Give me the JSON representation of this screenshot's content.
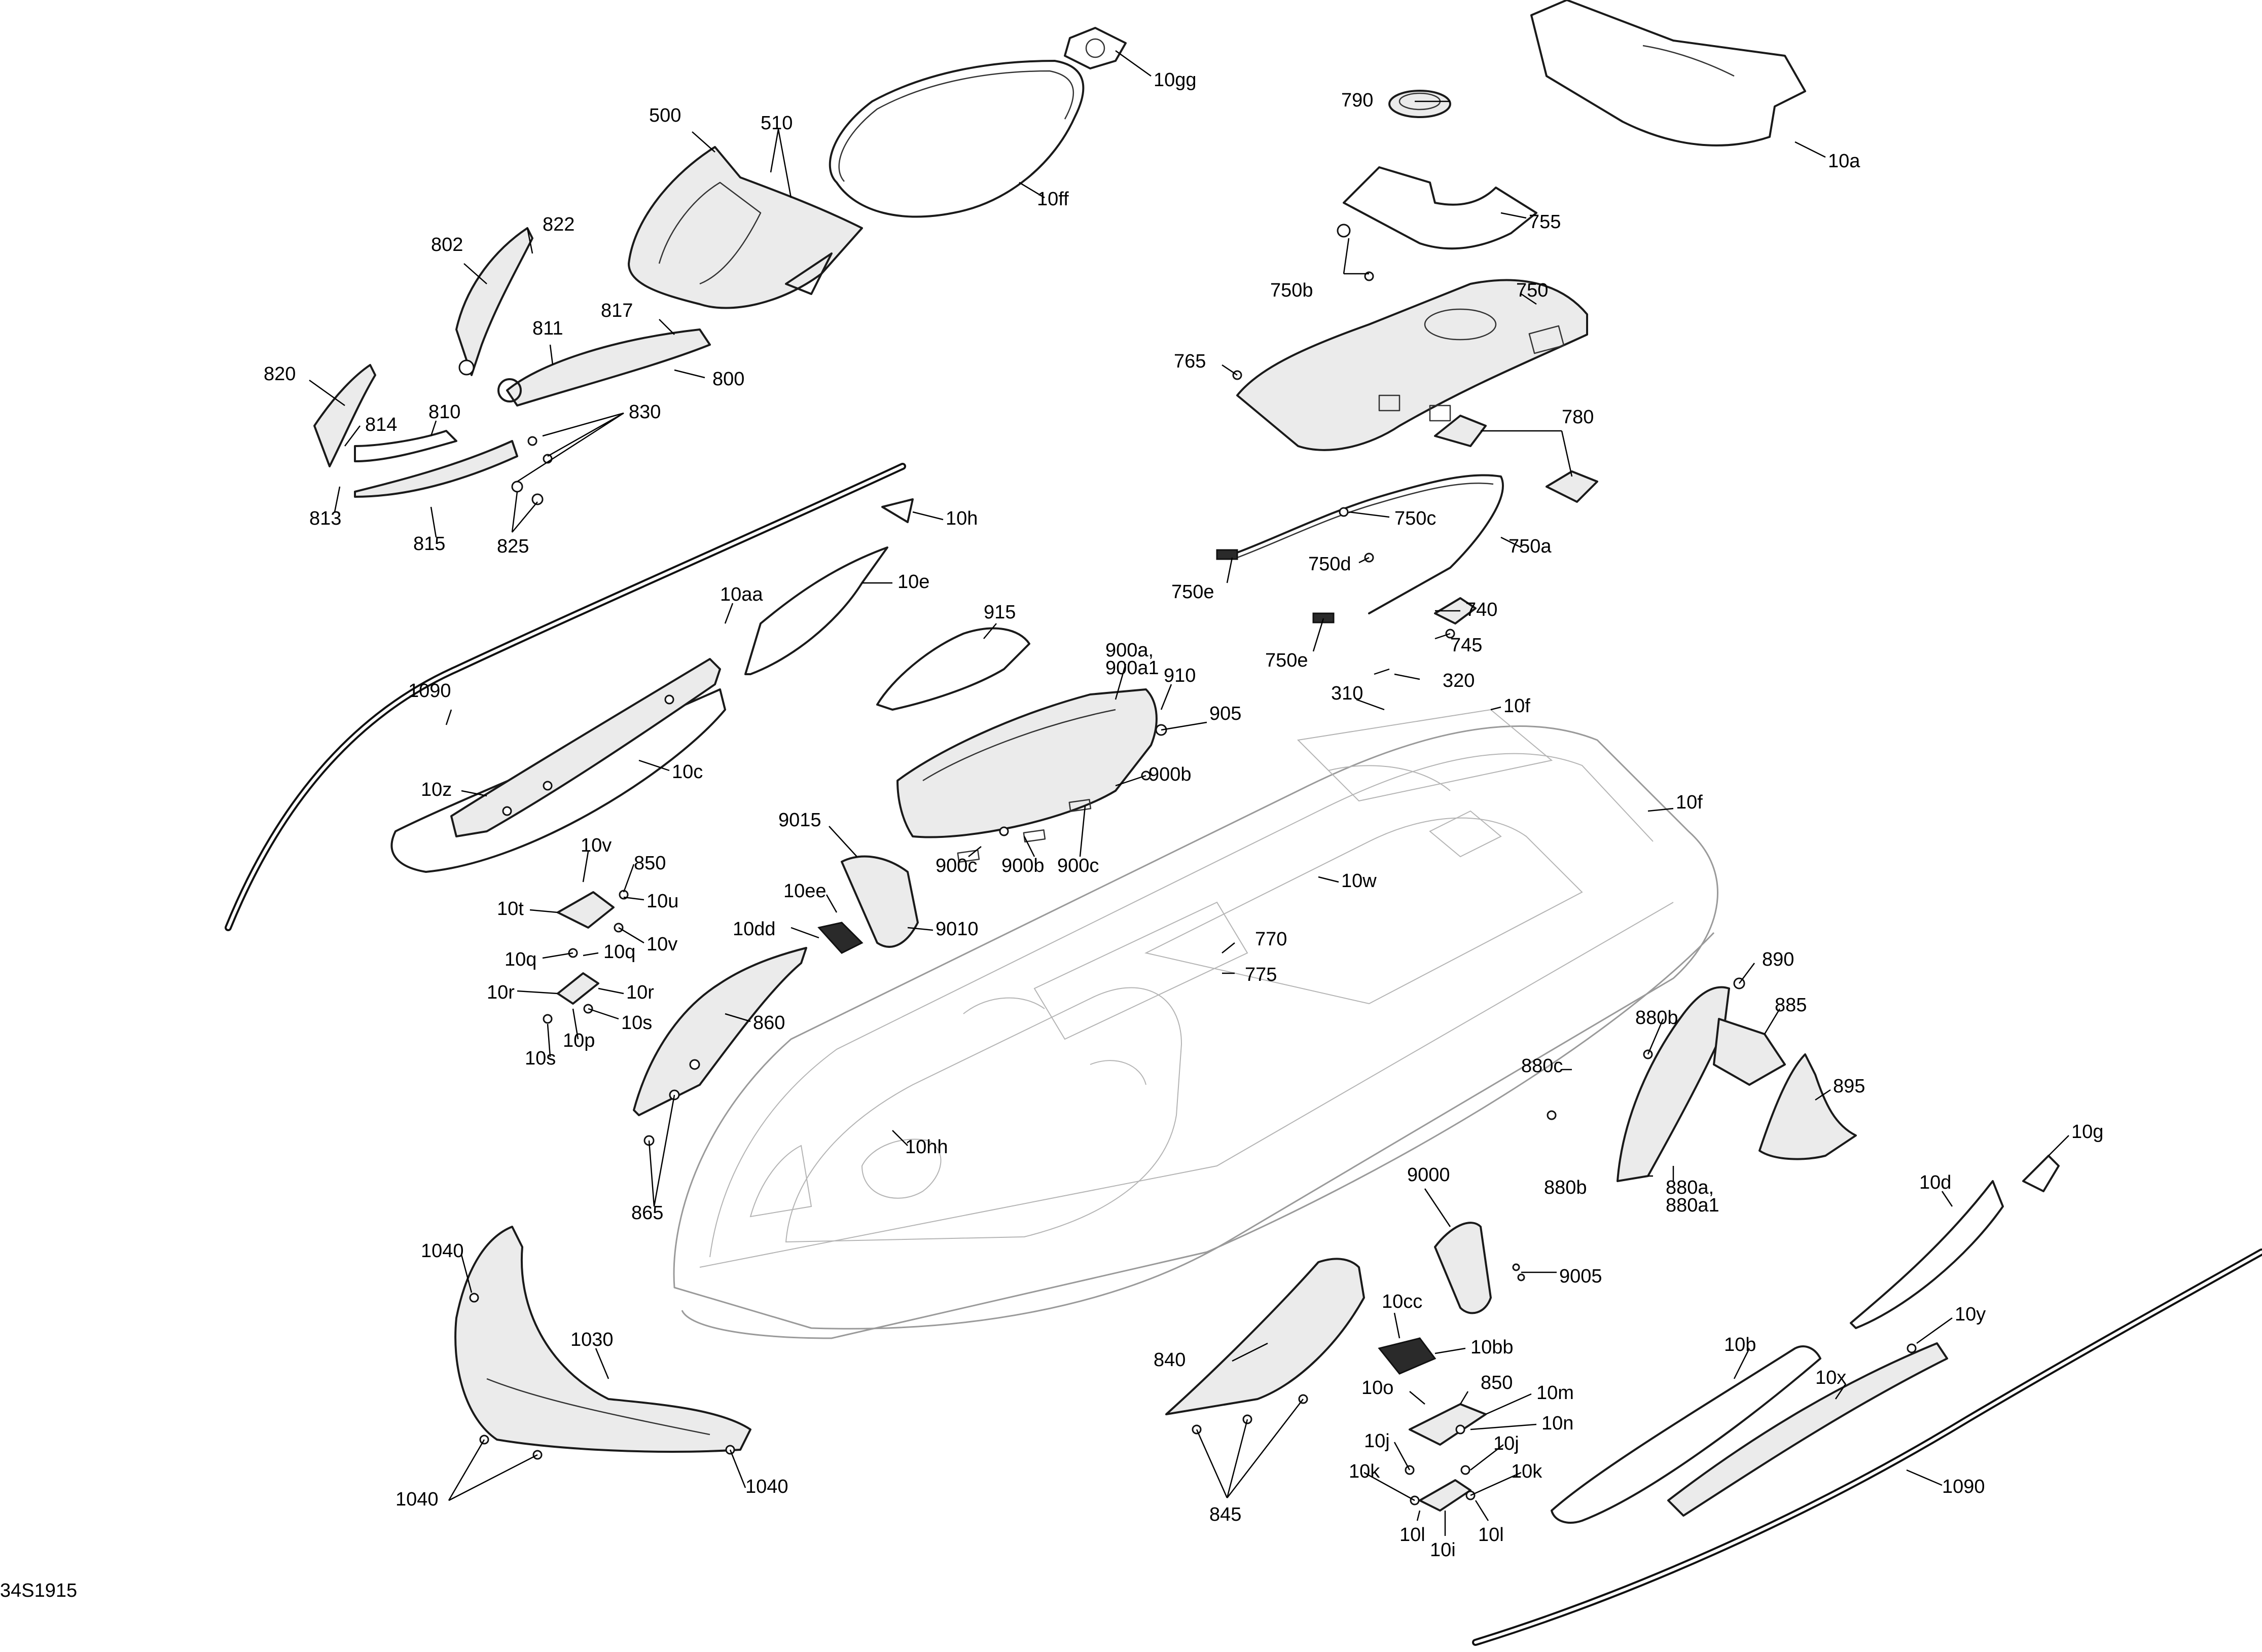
{
  "diagram_id": "34S1915",
  "callouts": {
    "c10gg": "10gg",
    "c790": "790",
    "c10a": "10a",
    "c500": "500",
    "c510": "510",
    "c10ff": "10ff",
    "c755": "755",
    "c802": "802",
    "c822": "822",
    "c750b": "750b",
    "c750": "750",
    "c811": "811",
    "c817": "817",
    "c800": "800",
    "c765": "765",
    "c820": "820",
    "c810": "810",
    "c830": "830",
    "c814": "814",
    "c780": "780",
    "c813": "813",
    "c815": "815",
    "c825": "825",
    "c10h": "10h",
    "c750c": "750c",
    "c750d": "750d",
    "c750a": "750a",
    "c750e_1": "750e",
    "c10e": "10e",
    "c10aa": "10aa",
    "c915": "915",
    "c740": "740",
    "c745": "745",
    "c750e_2": "750e",
    "c900a": "900a,",
    "c900a1": "900a1",
    "c910": "910",
    "c320": "320",
    "c1090_1": "1090",
    "c310": "310",
    "c10f_1": "10f",
    "c905": "905",
    "c10c": "10c",
    "c10z": "10z",
    "c900b_1": "900b",
    "c10f_2": "10f",
    "c9015": "9015",
    "c10v_1": "10v",
    "c850_1": "850",
    "c900c_1": "900c",
    "c900b_2": "900b",
    "c900c_2": "900c",
    "c10ee": "10ee",
    "c10w": "10w",
    "c10t": "10t",
    "c10u": "10u",
    "c10dd": "10dd",
    "c9010": "9010",
    "c10v_2": "10v",
    "c10q_1": "10q",
    "c10q_2": "10q",
    "c770": "770",
    "c10r_1": "10r",
    "c10r_2": "10r",
    "c775": "775",
    "c890": "890",
    "c860": "860",
    "c10s_1": "10s",
    "c10p": "10p",
    "c885": "885",
    "c880b_1": "880b",
    "c10s_2": "10s",
    "c880c": "880c",
    "c895": "895",
    "c10hh": "10hh",
    "c10g": "10g",
    "c880b_2": "880b",
    "c880a": "880a,",
    "c880a1": "880a1",
    "c865": "865",
    "c9000": "9000",
    "c10d": "10d",
    "c9005": "9005",
    "c1040_1": "1040",
    "c10y": "10y",
    "c10cc": "10cc",
    "c1030": "1030",
    "c10bb": "10bb",
    "c10b": "10b",
    "c840": "840",
    "c10o": "10o",
    "c850_2": "850",
    "c10m": "10m",
    "c10x": "10x",
    "c10n": "10n",
    "c10j_1": "10j",
    "c10j_2": "10j",
    "c10k_1": "10k",
    "c10k_2": "10k",
    "c1090_2": "1090",
    "c1040_2": "1040",
    "c1040_3": "1040",
    "c845": "845",
    "c10l_1": "10l",
    "c10l_2": "10l",
    "c10i": "10i"
  }
}
